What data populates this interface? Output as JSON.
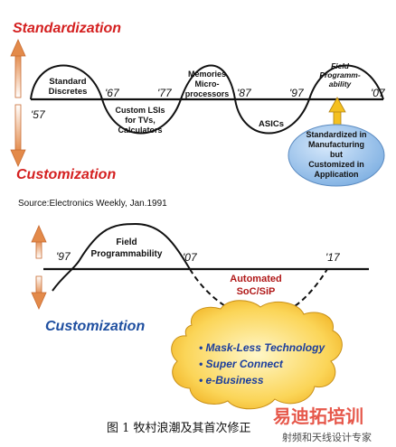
{
  "top": {
    "title_standardization": "Standardization",
    "title_customization": "Customization",
    "years": [
      "'57",
      "'67",
      "'77",
      "'87",
      "'97",
      "'07"
    ],
    "phase_standard_discretes": [
      "Standard",
      "Discretes"
    ],
    "phase_custom_lsis": [
      "Custom LSIs",
      "for TVs,",
      "Calculators"
    ],
    "phase_memories": [
      "Memories",
      "Micro-",
      "processors"
    ],
    "phase_asics": "ASICs",
    "phase_field_programmability": [
      "Field",
      "Programm-",
      "ability"
    ],
    "callout": [
      "Standardized in",
      "Manufacturing",
      "but",
      "Customized in",
      "Application"
    ]
  },
  "source": "Source:Electronics Weekly, Jan.1991",
  "bottom": {
    "label_field_programmability": [
      "Field",
      "Programmability"
    ],
    "years": [
      "'97",
      "'07",
      "'17"
    ],
    "label_automated": [
      "Automated",
      "SoC/SiP"
    ],
    "title_customization": "Customization",
    "bullets": [
      "• Mask-Less Technology",
      "• Super Connect",
      "• e-Business"
    ]
  },
  "caption": "图 1  牧村浪潮及其首次修正",
  "watermark": [
    "易迪拓培训",
    "射频和天线设计专家"
  ],
  "colors": {
    "title_red": "#d42020",
    "title_blue": "#1f4fa0",
    "arrow_orange": "#e8a060",
    "callout_blue": "#9cc3ea",
    "cloud_yellow": "#f7cc3a",
    "bullet_blue": "#1c3e9c",
    "automated_red": "#b01818"
  }
}
